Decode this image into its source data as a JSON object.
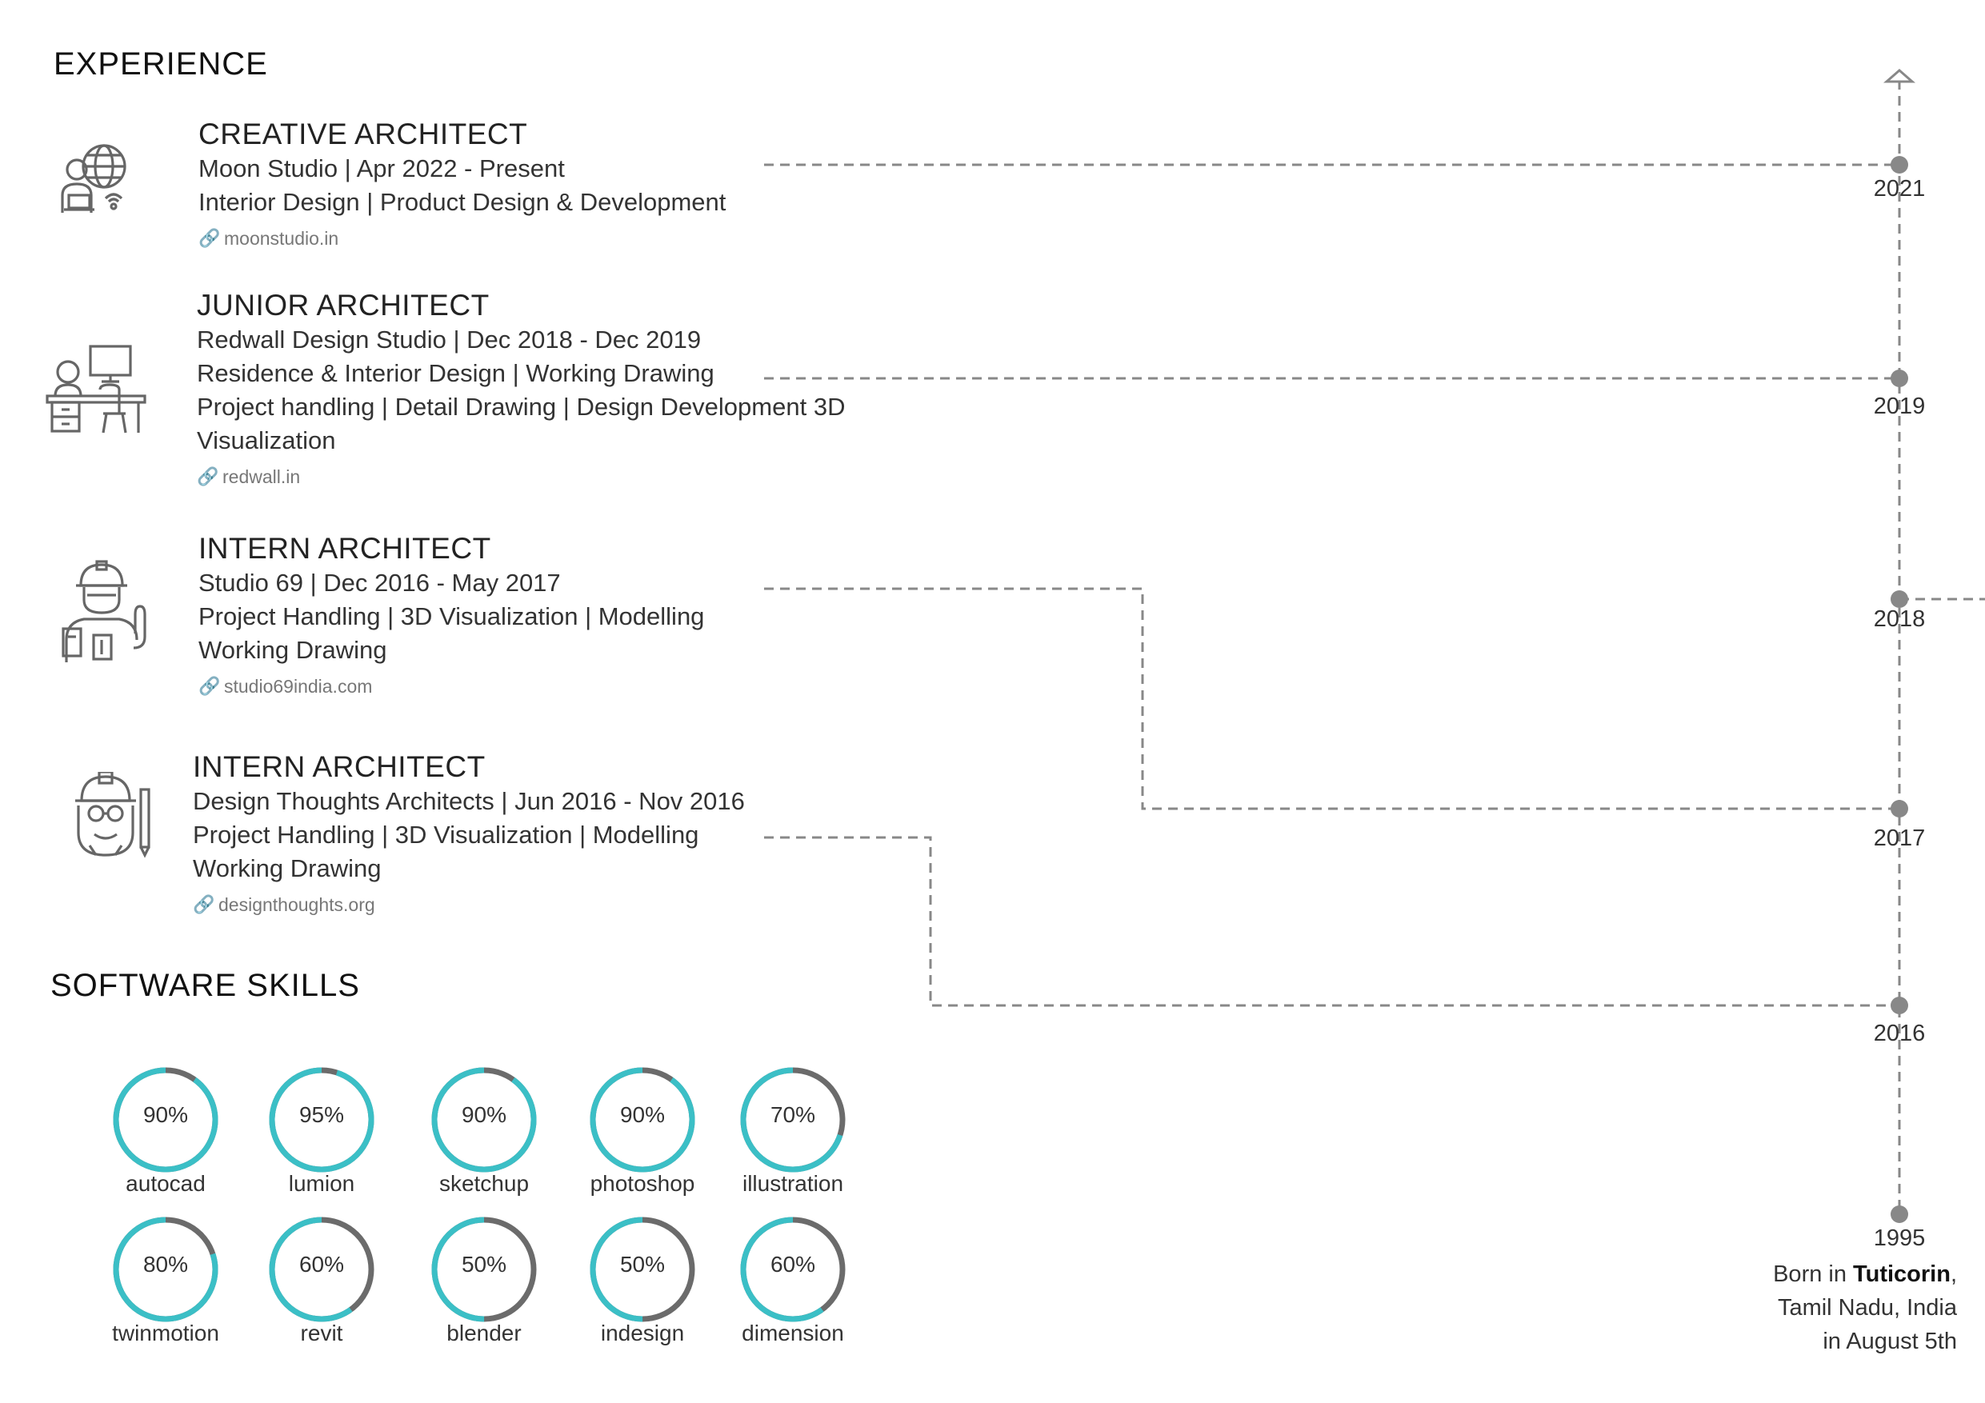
{
  "experience": {
    "heading": "EXPERIENCE",
    "jobs": [
      {
        "title": "CREATIVE ARCHITECT",
        "lines": [
          "Moon Studio | Apr 2022 - Present",
          "Interior Design | Product Design & Development"
        ],
        "link": "moonstudio.in",
        "icon": "designer-globe-icon"
      },
      {
        "title": "JUNIOR ARCHITECT",
        "lines": [
          "Redwall Design Studio | Dec 2018 - Dec 2019",
          "Residence & Interior Design | Working Drawing",
          "Project handling | Detail Drawing | Design Development  3D",
          "Visualization"
        ],
        "link": "redwall.in",
        "icon": "desk-workstation-icon"
      },
      {
        "title": "INTERN ARCHITECT",
        "lines": [
          "Studio 69 | Dec 2016 - May 2017",
          "Project Handling | 3D Visualization | Modelling",
          "Working Drawing"
        ],
        "link": "studio69india.com",
        "icon": "engineer-blueprint-icon"
      },
      {
        "title": "INTERN ARCHITECT",
        "lines": [
          "Design Thoughts Architects | Jun 2016 - Nov 2016",
          "Project Handling | 3D Visualization | Modelling",
          "Working Drawing"
        ],
        "link": "designthoughts.org",
        "icon": "engineer-helmet-icon"
      }
    ]
  },
  "timeline": {
    "years": [
      "2021",
      "2019",
      "2018",
      "2017",
      "2016",
      "1995"
    ],
    "born": {
      "prefix": "Born in ",
      "city": "Tuticorin",
      "suffix": ",",
      "line2": "Tamil Nadu, India",
      "line3": "in August 5th"
    }
  },
  "skills": {
    "heading": "SOFTWARE SKILLS",
    "items": [
      {
        "name": "autocad",
        "percent": 90,
        "label": "90%"
      },
      {
        "name": "lumion",
        "percent": 95,
        "label": "95%"
      },
      {
        "name": "sketchup",
        "percent": 90,
        "label": "90%"
      },
      {
        "name": "photoshop",
        "percent": 90,
        "label": "90%"
      },
      {
        "name": "illustration",
        "percent": 70,
        "label": "70%"
      },
      {
        "name": "twinmotion",
        "percent": 80,
        "label": "80%"
      },
      {
        "name": "revit",
        "percent": 60,
        "label": "60%"
      },
      {
        "name": "blender",
        "percent": 50,
        "label": "50%"
      },
      {
        "name": "indesign",
        "percent": 50,
        "label": "50%"
      },
      {
        "name": "dimension",
        "percent": 60,
        "label": "60%"
      }
    ]
  },
  "colors": {
    "accent": "#3bbfc6",
    "ring_rest": "#6b6b6b",
    "timeline": "#888888"
  }
}
